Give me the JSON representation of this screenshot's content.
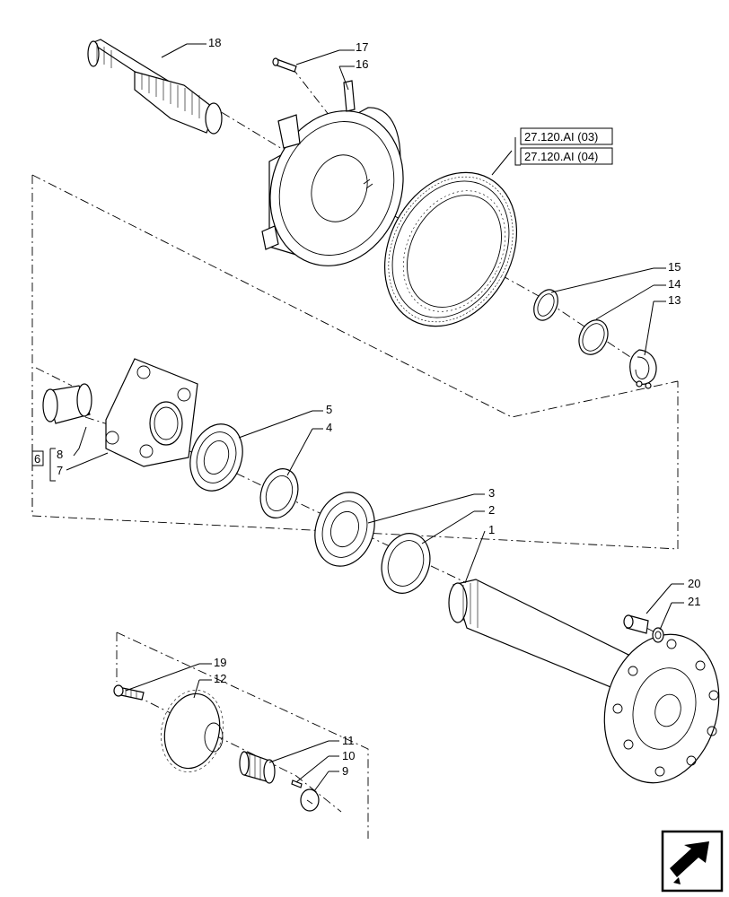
{
  "callouts": {
    "c1": "1",
    "c2": "2",
    "c3": "3",
    "c4": "4",
    "c5": "5",
    "c6": "6",
    "c7": "7",
    "c8": "8",
    "c9": "9",
    "c10": "10",
    "c11": "11",
    "c12": "12",
    "c13": "13",
    "c14": "14",
    "c15": "15",
    "c16": "16",
    "c17": "17",
    "c18": "18",
    "c19": "19",
    "c20": "20",
    "c21": "21"
  },
  "references": {
    "ref_a": "27.120.AI (03)",
    "ref_b": "27.120.AI (04)"
  },
  "icons": {
    "nav": "next-page-arrow-icon"
  },
  "colors": {
    "line": "#000000",
    "background": "#ffffff"
  }
}
